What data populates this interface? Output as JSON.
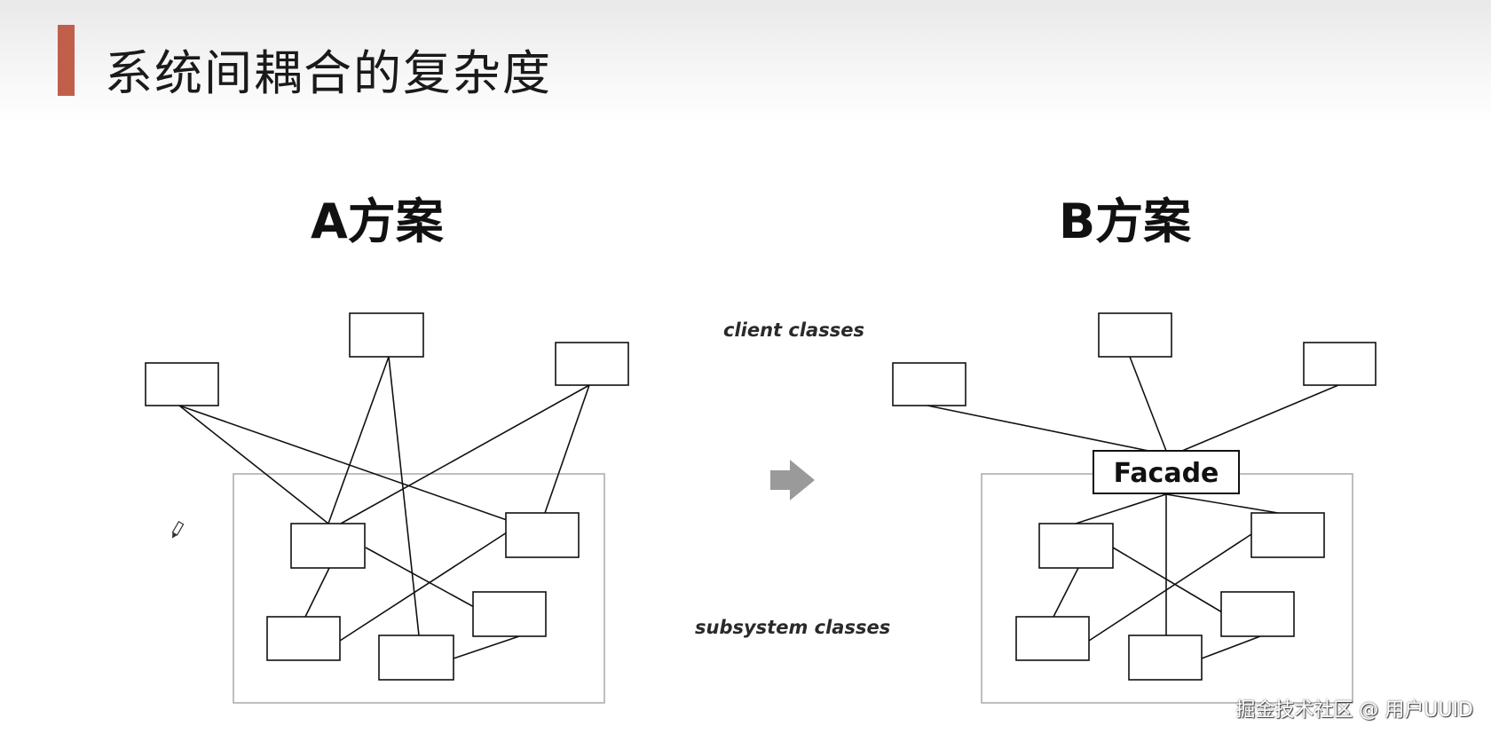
{
  "slide": {
    "title": "系统间耦合的复杂度"
  },
  "scheme_a": {
    "title": "A方案"
  },
  "scheme_b": {
    "title": "B方案",
    "facade_label": "Facade"
  },
  "labels": {
    "client_classes": "client classes",
    "subsystem_classes": "subsystem classes"
  },
  "watermark": "掘金技术社区 @ 用户UUID",
  "colors": {
    "title_accent": "#c0604b",
    "arrow": "#9a9a9a",
    "subsystem_border": "#a9a9a9"
  },
  "icons": {
    "transition": "right-arrow-icon",
    "cursor": "pencil-cursor-icon"
  }
}
